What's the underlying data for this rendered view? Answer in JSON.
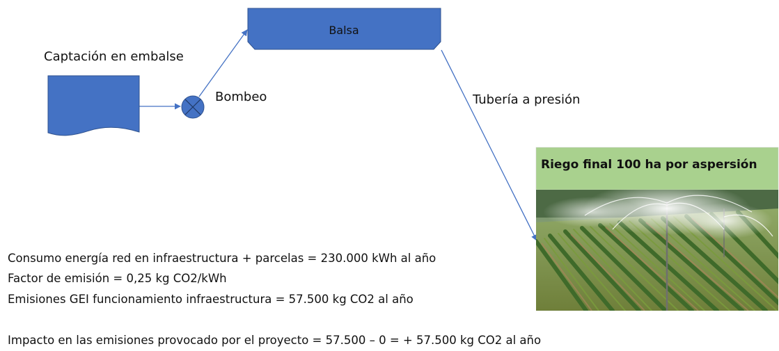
{
  "nodes": {
    "captacion_label": "Captación en embalse",
    "bombeo_label": "Bombeo",
    "balsa_label": "Balsa",
    "tuberia_label": "Tubería a presión",
    "riego_label": "Riego final 100 ha por aspersión"
  },
  "calculations": {
    "consumo": "Consumo energía red en infraestructura + parcelas = 230.000 kWh al año",
    "factor": "Factor de emisión = 0,25 kg CO2/kWh",
    "emisiones": "Emisiones GEI funcionamiento infraestructura = 57.500 kg CO2 al año",
    "impacto": "Impacto en las emisiones provocado por el proyecto = 57.500 – 0 = + 57.500 kg CO2 al año"
  },
  "colors": {
    "shape_fill": "#4472c4",
    "shape_stroke": "#2f528f",
    "connector": "#4472c4",
    "title_band": "#a9d18e"
  },
  "icons": {
    "pump": "circle-x-icon",
    "reservoir": "document-shape-icon",
    "photo": "sprinkler-field-photo"
  }
}
